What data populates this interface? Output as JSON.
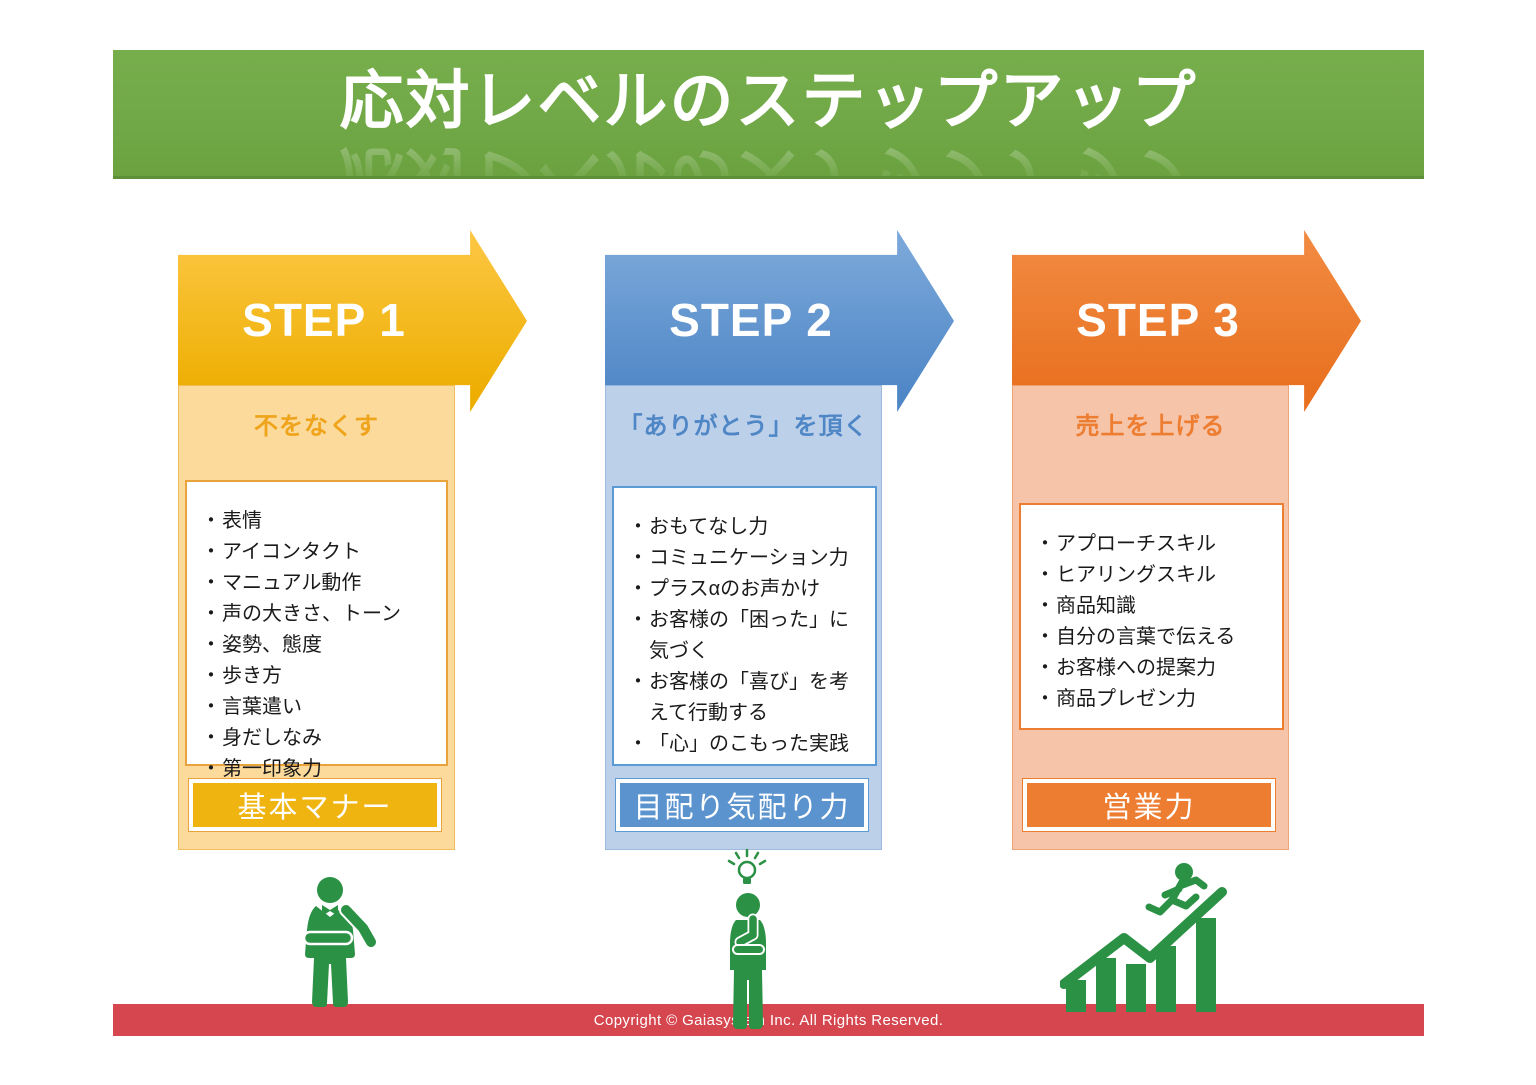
{
  "title": "応対レベルのステップアップ",
  "bullet": "・",
  "colors": {
    "banner_green": "#71A847",
    "banner_edge": "#5E9137",
    "footer_red": "#D5464F",
    "icon_green": "#2B9145"
  },
  "steps": [
    {
      "label": "STEP 1",
      "subtitle": "不をなくす",
      "items": [
        "表情",
        "アイコンタクト",
        "マニュアル動作",
        "声の大きさ、トーン",
        "姿勢、態度",
        "歩き方",
        "言葉遣い",
        "身だしなみ",
        "第一印象力"
      ],
      "badge": "基本マナー",
      "icon": "waiter-icon",
      "colors": {
        "arrow_top": "#FBC53F",
        "arrow_bottom": "#EDAE00",
        "panel_bg": "#FBDA9B",
        "panel_border": "#EFC05A",
        "subtitle_color": "#EFA41C",
        "box_border": "#E8A33D",
        "badge_bg": "#EFB410"
      }
    },
    {
      "label": "STEP 2",
      "subtitle": "「ありがとう」を頂く",
      "items": [
        "おもてなし力",
        "コミュニケーション力",
        "プラスαのお声かけ",
        "お客様の「困った」に気づく",
        "お客様の「喜び」を考えて行動する",
        "「心」のこもった実践"
      ],
      "badge": "目配り気配り力",
      "icon": "idea-person-icon",
      "colors": {
        "arrow_top": "#7AA7D9",
        "arrow_bottom": "#4E86C6",
        "panel_bg": "#BDD0E9",
        "panel_border": "#9DB9DE",
        "subtitle_color": "#4E86C6",
        "box_border": "#5B9BD5",
        "badge_bg": "#5B93CE"
      }
    },
    {
      "label": "STEP 3",
      "subtitle": "売上を上げる",
      "items": [
        "アプローチスキル",
        "ヒアリングスキル",
        "商品知識",
        "自分の言葉で伝える",
        "お客様への提案力",
        "商品プレゼン力"
      ],
      "badge": "営業力",
      "icon": "growth-chart-runner-icon",
      "colors": {
        "arrow_top": "#F18940",
        "arrow_bottom": "#E8701F",
        "panel_bg": "#F6C5A9",
        "panel_border": "#EFA377",
        "subtitle_color": "#ED7D31",
        "box_border": "#ED7D31",
        "badge_bg": "#ED7D31"
      }
    }
  ],
  "footer": {
    "copyright": "Copyright © Gaiasystem Inc. All Rights Reserved."
  }
}
